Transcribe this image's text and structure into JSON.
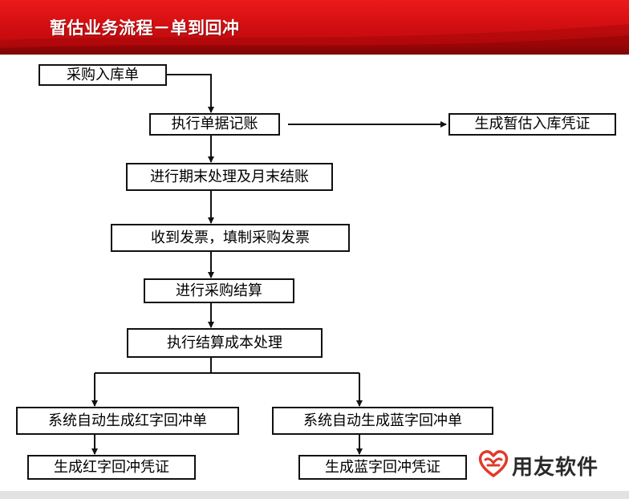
{
  "header": {
    "title": "暂估业务流程－单到回冲"
  },
  "flow": {
    "boxes": {
      "purchase_receipt": "采购入库单",
      "execute_bookkeeping": "执行单据记账",
      "generate_voucher": "生成暂估入库凭证",
      "period_end": "进行期末处理及月末结账",
      "receive_invoice": "收到发票，填制采购发票",
      "purchase_settlement": "进行采购结算",
      "cost_processing": "执行结算成本处理",
      "red_reversal_doc": "系统自动生成红字回冲单",
      "blue_reversal_doc": "系统自动生成蓝字回冲单",
      "red_reversal_voucher": "生成红字回冲凭证",
      "blue_reversal_voucher": "生成蓝字回冲凭证"
    }
  },
  "logo": {
    "icon": "yonyou-heart-logo",
    "text": "用友软件",
    "color": "#e03a2a"
  },
  "colors": {
    "header": "#d30f12",
    "line": "#111111"
  }
}
